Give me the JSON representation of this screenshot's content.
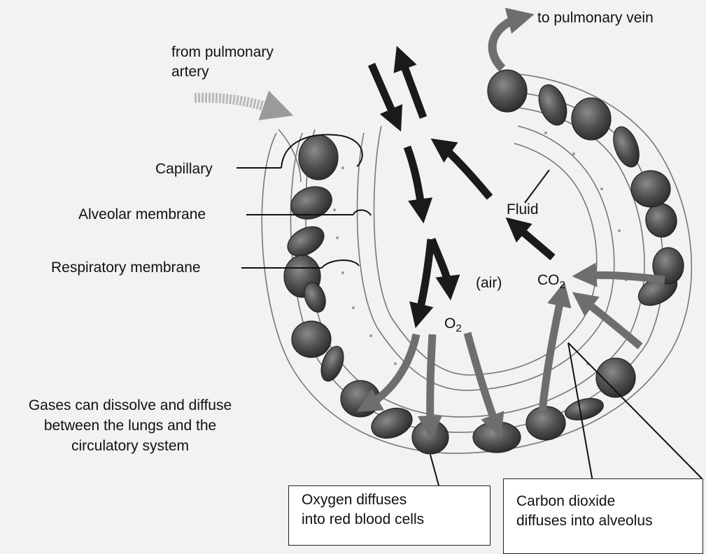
{
  "labels": {
    "to_pulmonary_vein": "to pulmonary vein",
    "from_pulmonary_artery_line1": "from pulmonary",
    "from_pulmonary_artery_line2": "artery",
    "capillary": "Capillary",
    "alveolar_membrane": "Alveolar membrane",
    "respiratory_membrane": "Respiratory membrane",
    "fluid": "Fluid",
    "air": "(air)",
    "co2_base": "CO",
    "co2_sub": "2",
    "o2_base": "O",
    "o2_sub": "2",
    "caption_line1": "Gases can dissolve and diffuse",
    "caption_line2": "between the lungs and the",
    "caption_line3": "circulatory system"
  },
  "boxes": {
    "oxygen_line1": "Oxygen diffuses",
    "oxygen_line2": "into red blood cells",
    "carbon_line1": "Carbon dioxide",
    "carbon_line2": "diffuses into alveolus"
  },
  "colors": {
    "dark_arrow": "#1a1a1a",
    "grey_arrow": "#6e6e6e",
    "blood_cell": "#5a5a5a",
    "membrane": "#777777"
  }
}
